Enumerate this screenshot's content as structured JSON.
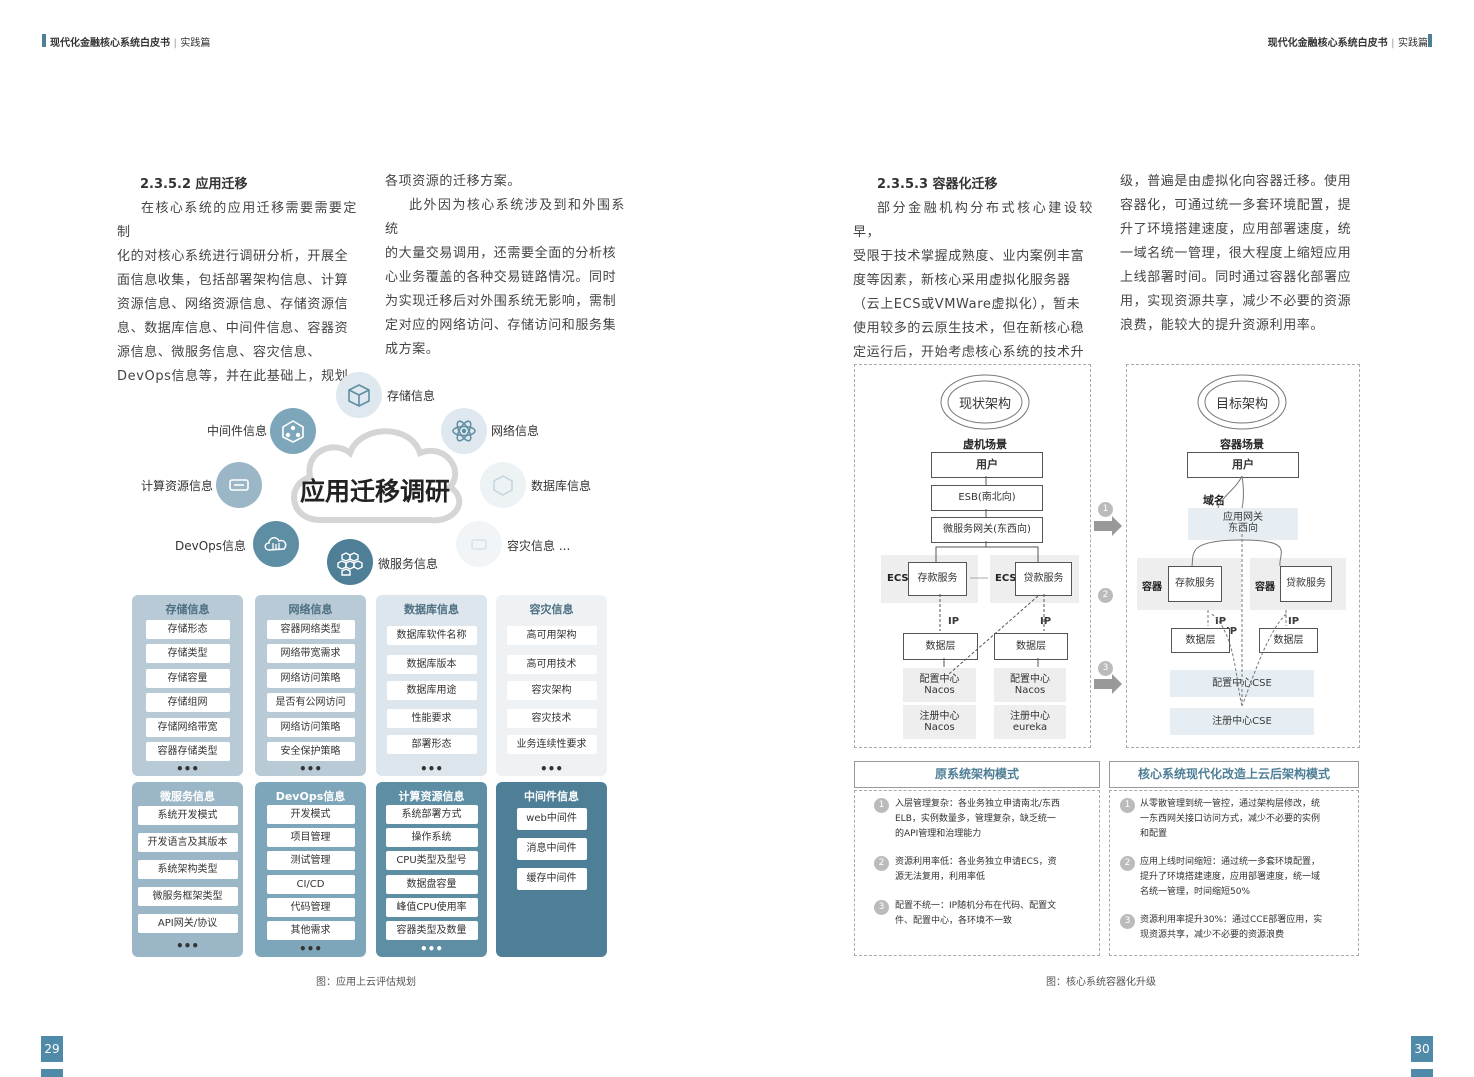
{
  "header": {
    "left_title": "现代化金融核心系统白皮书",
    "left_sep": "实践篇",
    "right_title": "现代化金融核心系统白皮书",
    "right_sep": "实践篇"
  },
  "left_page": {
    "section_title": "2.3.5.2 应用迁移",
    "col1_lines": [
      "在核心系统的应用迁移需要需要定制",
      "化的对核心系统进行调研分析，开展全",
      "面信息收集，包括部署架构信息、计算",
      "资源信息、网络资源信息、存储资源信",
      "息、数据库信息、中间件信息、容器资",
      "源信息、微服务信息、容灾信息、",
      "DevOps信息等，并在此基础上，规划"
    ],
    "col2_lines": [
      "各项资源的迁移方案。",
      "此外因为核心系统涉及到和外围系统",
      "的大量交易调用，还需要全面的分析核",
      "心业务覆盖的各种交易链路情况。同时",
      "为实现迁移后对外围系统无影响，需制",
      "定对应的网络访问、存储访问和服务集",
      "成方案。"
    ],
    "cloud_title": "应用迁移调研",
    "icons": {
      "storage": "存储信息",
      "middleware": "中间件信息",
      "network": "网络信息",
      "compute": "计算资源信息",
      "database": "数据库信息",
      "devops": "DevOps信息",
      "dr": "容灾信息 ...",
      "microservice": "微服务信息"
    },
    "top_categories": [
      {
        "title": "存储信息",
        "items": [
          "存储形态",
          "存储类型",
          "存储容量",
          "存储组网",
          "存储网络带宽",
          "容器存储类型"
        ]
      },
      {
        "title": "网络信息",
        "items": [
          "容器网络类型",
          "网络带宽需求",
          "网络访问策略",
          "是否有公网访问",
          "网络访问策略",
          "安全保护策略"
        ]
      },
      {
        "title": "数据库信息",
        "items": [
          "数据库软件名称",
          "数据库版本",
          "数据库用途",
          "性能要求",
          "部署形态"
        ]
      },
      {
        "title": "容灾信息",
        "items": [
          "高可用架构",
          "高可用技术",
          "容灾架构",
          "容灾技术",
          "业务连续性要求"
        ]
      }
    ],
    "bottom_categories": [
      {
        "title": "微服务信息",
        "items": [
          "系统开发模式",
          "开发语言及其版本",
          "系统架构类型",
          "微服务框架类型",
          "API网关/协议"
        ]
      },
      {
        "title": "DevOps信息",
        "items": [
          "开发模式",
          "项目管理",
          "测试管理",
          "CI/CD",
          "代码管理",
          "其他需求"
        ]
      },
      {
        "title": "计算资源信息",
        "items": [
          "系统部署方式",
          "操作系统",
          "CPU类型及型号",
          "数据盘容量",
          "峰值CPU使用率",
          "容器类型及数量"
        ]
      },
      {
        "title": "中间件信息",
        "items": [
          "web中间件",
          "消息中间件",
          "缓存中间件"
        ]
      }
    ],
    "ellipsis": "•••",
    "caption": "图：应用上云评估规划",
    "page_number": "29"
  },
  "right_page": {
    "section_title": "2.3.5.3 容器化迁移",
    "col1_lines": [
      "部分金融机构分布式核心建设较早，",
      "受限于技术掌握成熟度、业内案例丰富",
      "度等因素，新核心采用虚拟化服务器",
      "（云上ECS或VMWare虚拟化），暂未",
      "使用较多的云原生技术，但在新核心稳",
      "定运行后，开始考虑核心系统的技术升"
    ],
    "col2_lines": [
      "级，普遍是由虚拟化向容器迁移。使用",
      "容器化，可通过统一多套环境配置，提",
      "升了环境搭建速度，应用部署速度，统",
      "一域名统一管理，很大程度上缩短应用",
      "上线部署时间。同时通过容器化部署应",
      "用，实现资源共享，减少不必要的资源",
      "浪费，能较大的提升资源利用率。"
    ],
    "current": {
      "badge": "现状架构",
      "scene": "虚机场景",
      "user": "用户",
      "esb": "ESB(南北向)",
      "gateway": "微服务网关(东西向)",
      "ecs1": "ECS",
      "svc1": "存款服务",
      "ecs2": "ECS",
      "svc2": "贷款服务",
      "ip1": "IP",
      "ip2": "IP",
      "db1": "数据层",
      "db2": "数据层",
      "cfg1": "配置中心\nNacos",
      "cfg2": "配置中心\nNacos",
      "reg1": "注册中心\nNacos",
      "reg2": "注册中心\neureka"
    },
    "target": {
      "badge": "目标架构",
      "scene": "容器场景",
      "user": "用户",
      "domain": "域名",
      "gateway": "应用网关\n东西向",
      "c1": "容器",
      "svc1": "存款服务",
      "c2": "容器",
      "svc2": "贷款服务",
      "ip1": "IP",
      "ip2": "IP",
      "ip3": "IP",
      "db1": "数据层",
      "db2": "数据层",
      "cfg": "配置中心CSE",
      "reg": "注册中心CSE"
    },
    "steps": [
      "1",
      "2",
      "3"
    ],
    "orig_title": "原系统架构模式",
    "new_title": "核心系统现代化改造上云后架构模式",
    "orig_notes": [
      {
        "n": "1",
        "text": "入层管理复杂：各业务独立申请南北/东西\nELB，实例数量多，管理复杂，缺乏统一\n的API管理和治理能力"
      },
      {
        "n": "2",
        "text": "资源利用率低：各业务独立申请ECS，资\n源无法复用，利用率低"
      },
      {
        "n": "3",
        "text": "配置不统一：IP随机分布在代码、配置文\n件、配置中心，各环境不一致"
      }
    ],
    "new_notes": [
      {
        "n": "1",
        "text": "从零散管理到统一管控，通过架构层修改，统\n一东西网关接口访问方式，减少不必要的实例\n和配置"
      },
      {
        "n": "2",
        "text": "应用上线时间缩短：通过统一多套环境配置，\n提升了环境搭建速度，应用部署速度，统一域\n名统一管理，时间缩短50%"
      },
      {
        "n": "3",
        "text": "资源利用率提升30%：通过CCE部署应用，实\n现资源共享，减少不必要的资源浪费"
      }
    ],
    "caption": "图：核心系统容器化升级",
    "page_number": "30"
  },
  "colors": {
    "accent": "#4f8aa8",
    "light_box": "#b8cad6",
    "lighter_box": "#dde6ec",
    "dark_box": "#7b9fb3",
    "darkest_box": "#5e8ea4"
  }
}
